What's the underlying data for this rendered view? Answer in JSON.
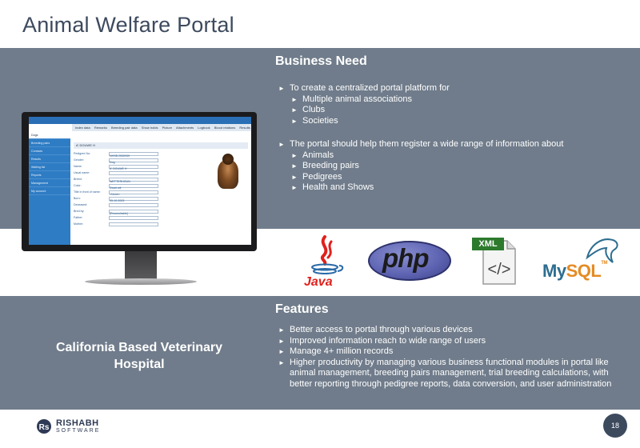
{
  "slide": {
    "title": "Animal Welfare Portal",
    "page_number": "18"
  },
  "business_need": {
    "heading": "Business Need",
    "bullet1": "To create a centralized portal platform for",
    "bullet1_sub": [
      "Multiple animal associations",
      "Clubs",
      "Societies"
    ],
    "bullet2": "The portal should help them register a wide range of information about",
    "bullet2_sub": [
      "Animals",
      "Breeding pairs",
      "Pedigrees",
      "Health and Shows"
    ]
  },
  "features": {
    "heading": "Features",
    "items": [
      "Better access to portal through various devices",
      "Improved information reach to wide range of users",
      "Manage 4+ million records",
      "Higher productivity by managing various business functional modules in portal like animal management, breeding pairs management, trial breeding calculations, with better reporting through pedigree reports, data conversion, and user administration"
    ]
  },
  "client": {
    "name": "California Based Veterinary Hospital"
  },
  "screenshot_app": {
    "tabs": [
      "Index data",
      "Remarks",
      "Breeding pair data",
      "Show holds",
      "Picture",
      "Attachments",
      "Logbook",
      "Blood relations",
      "Results"
    ],
    "sidebar": [
      "Dogs",
      "Breeding pairs",
      "Contacts",
      "Results",
      "Waiting list",
      "Reports",
      "Management",
      "My account"
    ],
    "record_title": "A' DOUWE H",
    "form_labels": [
      "Pedigree No:",
      "Gender:",
      "Name:",
      "Usual name:",
      "Breed:",
      "Color:",
      "Title in front of name:",
      "Born:",
      "Deceased:",
      "Bred by:",
      "Father:",
      "Mother:"
    ],
    "form_values": [
      "NHSB 2530939",
      "Dog",
      "A' DOUWE H",
      "",
      "WETTERHOUN",
      "Zwart wit",
      "<None>",
      "05-10-2003",
      "",
      "[Reconcilable]",
      "",
      ""
    ]
  },
  "tech_logos": {
    "java": "Java",
    "php": "php",
    "xml": "XML",
    "mysql_my": "My",
    "mysql_sql": "SQL",
    "mysql_tm": "TM"
  },
  "footer": {
    "brand": "RISHABH",
    "sub": "SOFTWARE",
    "brand_mark": "Rs"
  },
  "colors": {
    "band": "#707c8b",
    "title": "#3d4a5e",
    "java_red": "#e0201c",
    "php_purple": "#5f65b3",
    "xml_green": "#2d7a2d",
    "mysql_blue": "#2d6d8f",
    "mysql_orange": "#e48b23"
  }
}
